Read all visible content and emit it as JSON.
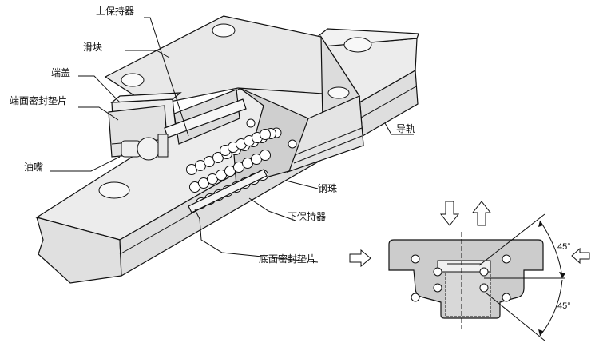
{
  "labels": {
    "upper_retainer": "上保持器",
    "slider_block": "滑块",
    "end_cap": "端盖",
    "end_seal": "端面密封垫片",
    "grease_nipple": "油嘴",
    "rail": "导轨",
    "steel_ball": "钢珠",
    "lower_retainer": "下保持器",
    "bottom_seal": "底面密封垫片"
  },
  "angles": {
    "upper": "45°",
    "lower": "45°"
  },
  "colors": {
    "metal": "#e6e6e6",
    "metal_light": "#f0f0f0",
    "metal_dark": "#d2d2d2",
    "cut_section": "#cfcfcf",
    "section_view": "#cccccc",
    "line": "#111111"
  }
}
